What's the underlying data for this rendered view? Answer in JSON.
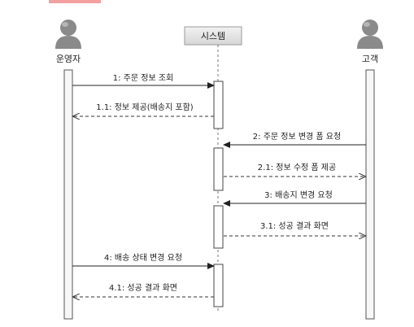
{
  "participants": {
    "operator": {
      "label": "운영자"
    },
    "system": {
      "label": "시스템"
    },
    "customer": {
      "label": "고객"
    }
  },
  "messages": [
    {
      "label": "1: 주문 정보 조회",
      "type": "sync"
    },
    {
      "label": "1.1: 정보 제공(배송지 포함)",
      "type": "return"
    },
    {
      "label": "2: 주문 정보 변경 폼 요청",
      "type": "sync"
    },
    {
      "label": "2.1: 정보 수정 폼 제공",
      "type": "return"
    },
    {
      "label": "3: 배송지 변경 요청",
      "type": "sync"
    },
    {
      "label": "3.1: 성공 결과 화면",
      "type": "return"
    },
    {
      "label": "4: 배송 상태 변경 요청",
      "type": "sync"
    },
    {
      "label": "4.1: 성공 결과 화면",
      "type": "return"
    }
  ],
  "colors": {
    "line": "#333333",
    "activation_fill": "#ffffff",
    "actor": "#8a8a8a",
    "system_box": "#e6e6e6",
    "lifeline_box": "#f7f7f7",
    "corner_mark": "#f2a0a0"
  }
}
